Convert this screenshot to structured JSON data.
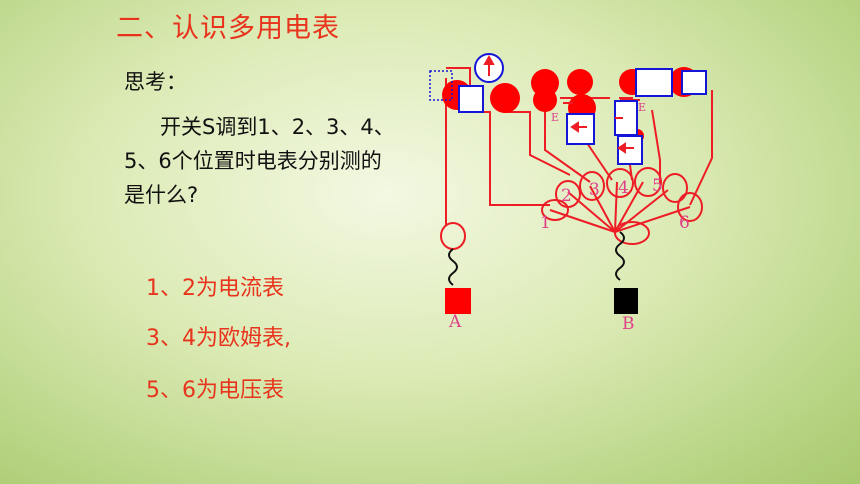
{
  "title": "二、认识多用电表",
  "think_label": "思考：",
  "question": "开关S调到1、2、3、4、5、6个位置时电表分别测的是什么?",
  "answers": [
    "1、2为电流表",
    "3、4为欧姆表,",
    "5、6为电压表"
  ],
  "diagram": {
    "switch_positions": [
      "1",
      "2",
      "3",
      "4",
      "5",
      "6"
    ],
    "terminal_a": "A",
    "terminal_b": "B",
    "battery_label": "E",
    "colors": {
      "wire": "#ee1c25",
      "component": "#1515d8",
      "fill": "#ff0000",
      "terminal_a": "#ff0000",
      "terminal_b": "#000000"
    }
  }
}
